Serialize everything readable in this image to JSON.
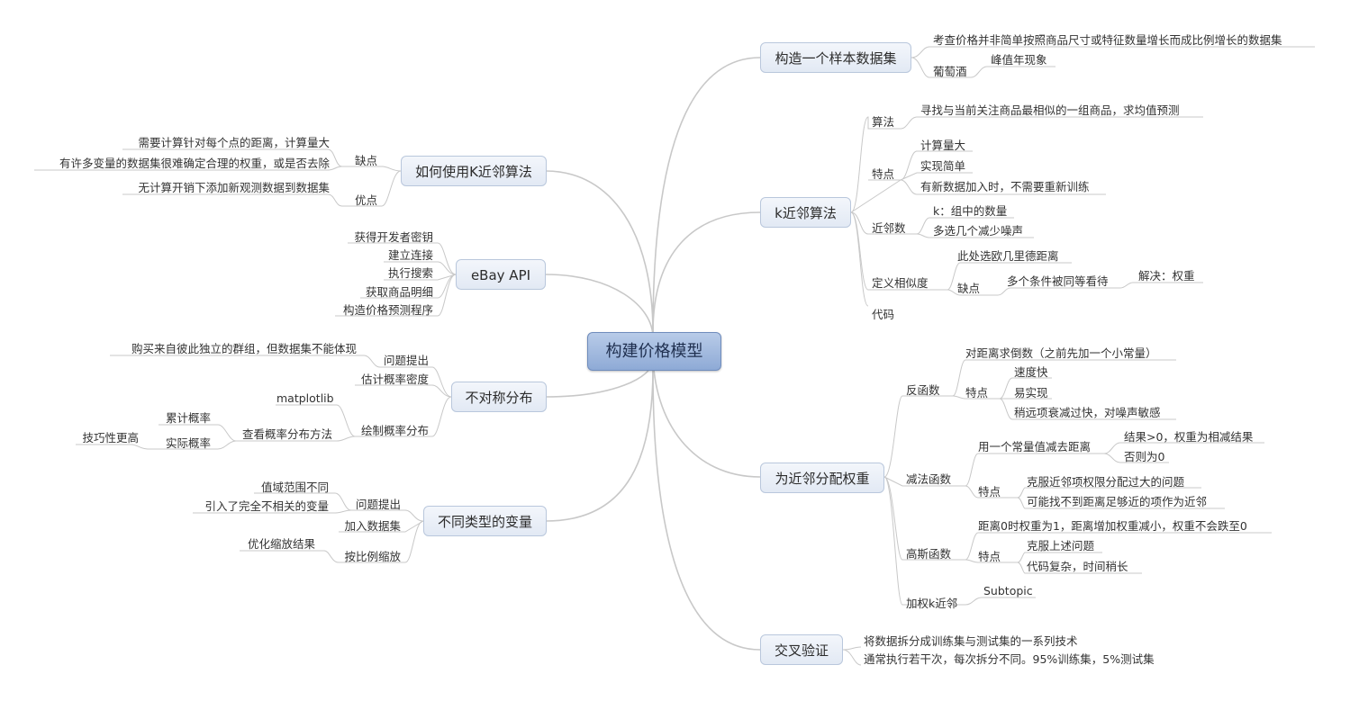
{
  "central": "构建价格模型",
  "branches": {
    "sample": {
      "label": "构造一个样本数据集",
      "desc": "考查价格并非简单按照商品尺寸或特征数量增长而成比例增长的数据集",
      "wine": "葡萄酒",
      "peak": "峰值年现象"
    },
    "knn": {
      "label": "k近邻算法",
      "algo": "算法",
      "algo_desc": "寻找与当前关注商品最相似的一组商品，求均值预测",
      "feature": "特点",
      "f1": "计算量大",
      "f2": "实现简单",
      "f3": "有新数据加入时，不需要重新训练",
      "neighbors": "近邻数",
      "n1": "k：组中的数量",
      "n2": "多选几个减少噪声",
      "similarity": "定义相似度",
      "s1": "此处选欧几里德距离",
      "s_cons": "缺点",
      "s_cons_desc": "多个条件被同等看待",
      "s_solution": "解决：权重",
      "code": "代码"
    },
    "weights": {
      "label": "为近邻分配权重",
      "inverse": "反函数",
      "inv_desc": "对距离求倒数（之前先加一个小常量）",
      "inv_feat": "特点",
      "inv_f1": "速度快",
      "inv_f2": "易实现",
      "inv_f3": "稍远项衰减过快，对噪声敏感",
      "subtract": "减法函数",
      "sub_desc": "用一个常量值减去距离",
      "sub_r1": "结果>0，权重为相减结果",
      "sub_r2": "否则为0",
      "sub_feat": "特点",
      "sub_f1": "克服近邻项权限分配过大的问题",
      "sub_f2": "可能找不到距离足够近的项作为近邻",
      "gauss": "高斯函数",
      "gauss_desc": "距离0时权重为1，距离增加权重减小，权重不会跌至0",
      "gauss_feat": "特点",
      "gauss_f1": "克服上述问题",
      "gauss_f2": "代码复杂，时间稍长",
      "weighted": "加权k近邻",
      "subtopic": "Subtopic"
    },
    "cv": {
      "label": "交叉验证",
      "d1": "将数据拆分成训练集与测试集的一系列技术",
      "d2": "通常执行若干次，每次拆分不同。95%训练集，5%测试集"
    },
    "howknn": {
      "label": "如何使用K近邻算法",
      "cons": "缺点",
      "c1": "需要计算针对每个点的距离，计算量大",
      "c2": "有许多变量的数据集很难确定合理的权重，或是否去除",
      "pros": "优点",
      "p1": "无计算开销下添加新观测数据到数据集"
    },
    "ebay": {
      "label": "eBay API",
      "e1": "获得开发者密钥",
      "e2": "建立连接",
      "e3": "执行搜索",
      "e4": "获取商品明细",
      "e5": "构造价格预测程序"
    },
    "asym": {
      "label": "不对称分布",
      "q": "问题提出",
      "q_desc": "购买来自彼此独立的群组，但数据集不能体现",
      "est": "估计概率密度",
      "plot": "绘制概率分布",
      "mpl": "matplotlib",
      "view": "查看概率分布方法",
      "cum": "累计概率",
      "real": "实际概率",
      "skill": "技巧性更高"
    },
    "types": {
      "label": "不同类型的变量",
      "q": "问题提出",
      "q1": "值域范围不同",
      "q2": "引入了完全不相关的变量",
      "add": "加入数据集",
      "scale": "按比例缩放",
      "opt": "优化缩放结果"
    }
  }
}
